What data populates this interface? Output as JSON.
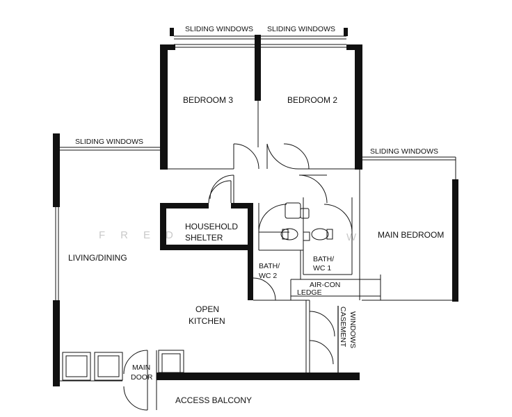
{
  "labels": {
    "sliding_windows_1": "SLIDING WINDOWS",
    "sliding_windows_2": "SLIDING WINDOWS",
    "sliding_windows_3": "SLIDING WINDOWS",
    "sliding_windows_4": "SLIDING WINDOWS",
    "bedroom3": "BEDROOM 3",
    "bedroom2": "BEDROOM 2",
    "main_bedroom": "MAIN BEDROOM",
    "household_line1": "HOUSEHOLD",
    "household_line2": "SHELTER",
    "living_dining": "LIVING/DINING",
    "bath2_line1": "BATH/",
    "bath2_line2": "WC 2",
    "bath1_line1": "BATH/",
    "bath1_line2": "WC 1",
    "aircon_line1": "AIR-CON",
    "aircon_line2": "LEDGE",
    "open_kitchen_line1": "OPEN",
    "open_kitchen_line2": "KITCHEN",
    "casement": "CASEMENT",
    "windows_vertical": "WINDOWS",
    "main_door_line1": "MAIN",
    "main_door_line2": "DOOR",
    "access_balcony": "ACCESS BALCONY",
    "watermark_left": "FRED",
    "watermark_right": "W"
  }
}
